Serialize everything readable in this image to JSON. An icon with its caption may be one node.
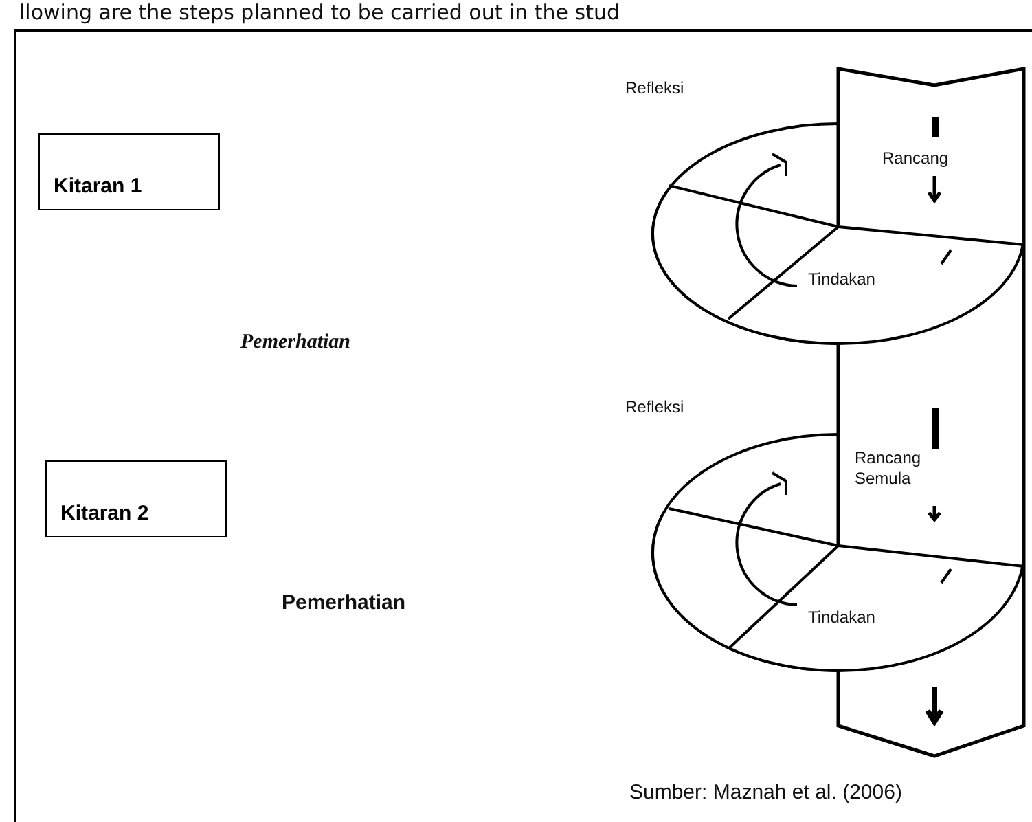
{
  "diagram": {
    "caption": "Sumber: Maznah et al. (2006)",
    "nodes": [
      {
        "text": [
          "Kitaran 1"
        ]
      },
      {
        "text": [
          "Kitaran 2"
        ]
      }
    ],
    "labels": [
      "llowing are the steps planned to be carried out in the stud",
      "Refleksi",
      "Rancang",
      "Tindakan",
      "Pemerhatian",
      "Refleksi",
      "Rancang Semula",
      "Tindakan",
      "Pemerhatian"
    ]
  }
}
